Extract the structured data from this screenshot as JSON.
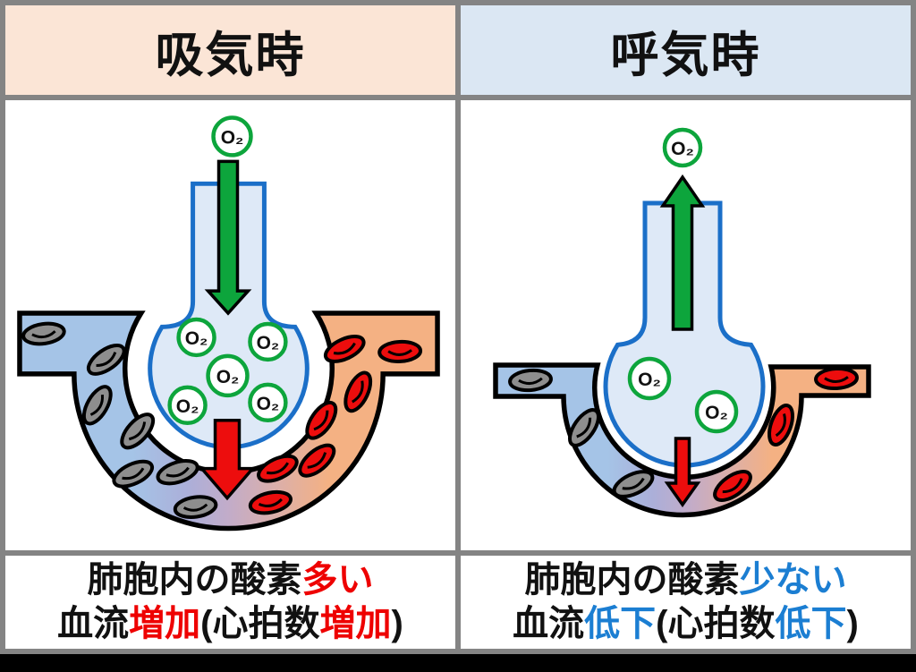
{
  "headers": {
    "left": "吸気時",
    "right": "呼気時"
  },
  "o2_label": "O₂",
  "diagram_facts": {
    "left_panel": {
      "o2_molecules_in_alveolus": 5,
      "o2_flow": "O2 enters alveolus (large green arrow down)",
      "transfer_to_blood": "large red arrow down into bloodstream",
      "gray_blood_cells": 7,
      "red_blood_cells": 7
    },
    "right_panel": {
      "o2_molecules_in_alveolus": 2,
      "o2_flow": "O2 leaves alveolus (green arrow up)",
      "transfer_to_blood": "small red arrow down into bloodstream",
      "gray_blood_cells": 3,
      "red_blood_cells": 3
    }
  },
  "captions": {
    "left": {
      "line1": [
        {
          "t": "肺胞内の酸素"
        },
        {
          "t": "多い"
        }
      ],
      "line2": [
        {
          "t": "血流"
        },
        {
          "t": "増加"
        },
        {
          "t": "(心拍数"
        },
        {
          "t": "増加"
        },
        {
          "t": ")"
        }
      ]
    },
    "right": {
      "line1": [
        {
          "t": "肺胞内の酸素"
        },
        {
          "t": "少ない"
        }
      ],
      "line2": [
        {
          "t": "血流"
        },
        {
          "t": "低下"
        },
        {
          "t": "(心拍数"
        },
        {
          "t": "低下"
        },
        {
          "t": ")"
        }
      ]
    }
  },
  "colors": {
    "header_left_bg": "#FBE5D6",
    "header_right_bg": "#DBE7F3",
    "border_gray": "#848484",
    "accent_red": "#EE0000",
    "accent_blue": "#1B7ED2",
    "green": "#0DA53C",
    "flask_stroke": "#1B6FC8",
    "flask_fill": "#DEE9F7",
    "vessel_blue": "#A5C4E7",
    "vessel_orange": "#F4B183",
    "rbc_gray": "#8E8E8E",
    "rbc_red": "#ED0D0D"
  }
}
